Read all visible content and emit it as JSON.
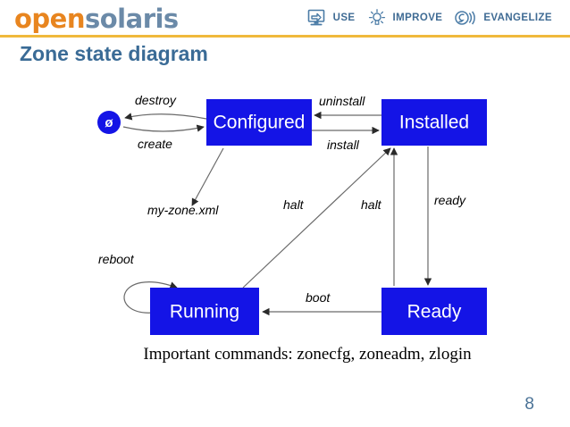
{
  "header": {
    "logo_open": "open",
    "logo_solaris": "solaris",
    "nav": [
      {
        "icon": "monitor-arrow-icon",
        "label": "USE"
      },
      {
        "icon": "lightbulb-icon",
        "label": "IMPROVE"
      },
      {
        "icon": "broadcast-icon",
        "label": "EVANGELIZE"
      }
    ],
    "rule_color": "#f0b93c"
  },
  "slide": {
    "title": "Zone state diagram",
    "title_color": "#3a6b96",
    "page_number": "8"
  },
  "diagram": {
    "state_fill": "#1414e6",
    "state_text_color": "#ffffff",
    "edge_color": "#4a4a4a",
    "start_node": {
      "name": "start-node",
      "glyph": "ø"
    },
    "states": [
      {
        "id": "configured",
        "label": "Configured"
      },
      {
        "id": "installed",
        "label": "Installed"
      },
      {
        "id": "running",
        "label": "Running"
      },
      {
        "id": "ready",
        "label": "Ready"
      }
    ],
    "transitions": [
      {
        "id": "destroy",
        "label": "destroy",
        "from": "configured",
        "to": "start"
      },
      {
        "id": "create",
        "label": "create",
        "from": "start",
        "to": "configured"
      },
      {
        "id": "uninstall",
        "label": "uninstall",
        "from": "installed",
        "to": "configured"
      },
      {
        "id": "install",
        "label": "install",
        "from": "configured",
        "to": "installed"
      },
      {
        "id": "myzonexml",
        "label": "my-zone.xml",
        "from": "configured",
        "to": "file"
      },
      {
        "id": "halt-running",
        "label": "halt",
        "from": "running",
        "to": "installed"
      },
      {
        "id": "halt-ready",
        "label": "halt",
        "from": "ready",
        "to": "installed"
      },
      {
        "id": "ready",
        "label": "ready",
        "from": "installed",
        "to": "ready"
      },
      {
        "id": "boot",
        "label": "boot",
        "from": "ready",
        "to": "running"
      },
      {
        "id": "reboot",
        "label": "reboot",
        "from": "running",
        "to": "running"
      }
    ],
    "caption": "Important commands: zonecfg, zoneadm, zlogin"
  }
}
